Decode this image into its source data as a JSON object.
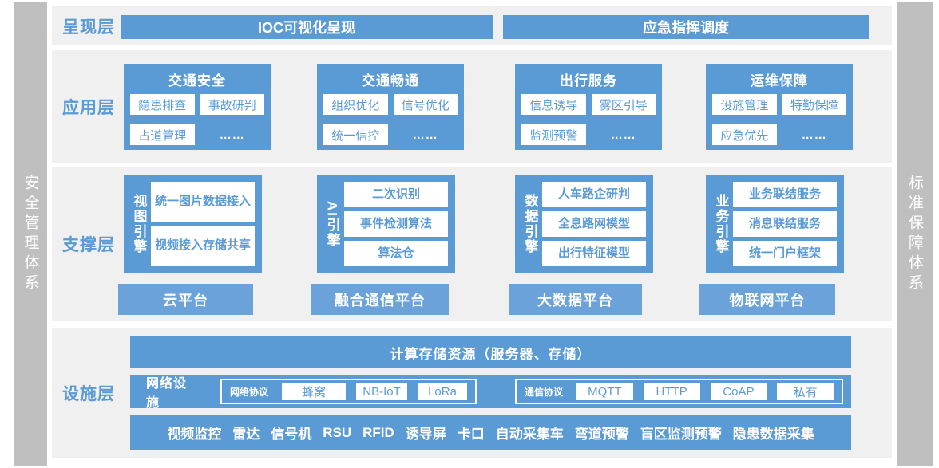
{
  "colors": {
    "primary_blue": "#5b9bd5",
    "platform_blue": "#6aa2d9",
    "panel_gray": "#f0f0f0",
    "side_gray": "#bfbfbf"
  },
  "side_bars": {
    "left": "安全管理体系",
    "right": "标准保障体系"
  },
  "presentation_layer": {
    "label": "呈现层",
    "bars": [
      {
        "label": "IOC可视化呈现"
      },
      {
        "label": "应急指挥调度"
      }
    ]
  },
  "application_layer": {
    "label": "应用层",
    "groups": [
      {
        "title": "交通安全",
        "items": [
          "隐患排查",
          "事故研判",
          "占道管理",
          "……"
        ]
      },
      {
        "title": "交通畅通",
        "items": [
          "组织优化",
          "信号优化",
          "统一信控",
          "……"
        ]
      },
      {
        "title": "出行服务",
        "items": [
          "信息诱导",
          "雾区引导",
          "监测预警",
          "……"
        ]
      },
      {
        "title": "运维保障",
        "items": [
          "设施管理",
          "特勤保障",
          "应急优先",
          "……"
        ]
      }
    ]
  },
  "support_layer": {
    "label": "支撑层",
    "engines": [
      {
        "title": "视图引擎",
        "items": [
          "统一图片数据接入",
          "视频接入存储共享"
        ]
      },
      {
        "title": "AI引擎",
        "items": [
          "二次识别",
          "事件检测算法",
          "算法仓"
        ]
      },
      {
        "title": "数据引擎",
        "items": [
          "人车路企研判",
          "全息路网模型",
          "出行特征模型"
        ]
      },
      {
        "title": "业务引擎",
        "items": [
          "业务联结服务",
          "消息联结服务",
          "统一门户框架"
        ]
      }
    ],
    "platforms": [
      "云平台",
      "融合通信平台",
      "大数据平台",
      "物联网平台"
    ]
  },
  "facility_layer": {
    "label": "设施层",
    "compute_bar": "计算存储资源（服务器、存储）",
    "network_row": {
      "title": "网络设施",
      "groups": [
        {
          "label": "网络协议",
          "chips": [
            "蜂窝",
            "NB-IoT",
            "LoRa"
          ]
        },
        {
          "label": "通信协议",
          "chips": [
            "MQTT",
            "HTTP",
            "CoAP",
            "私有"
          ]
        }
      ]
    },
    "devices": [
      "视频监控",
      "雷达",
      "信号机",
      "RSU",
      "RFID",
      "诱导屏",
      "卡口",
      "自动采集车",
      "弯道预警",
      "盲区监测预警",
      "隐患数据采集"
    ]
  }
}
